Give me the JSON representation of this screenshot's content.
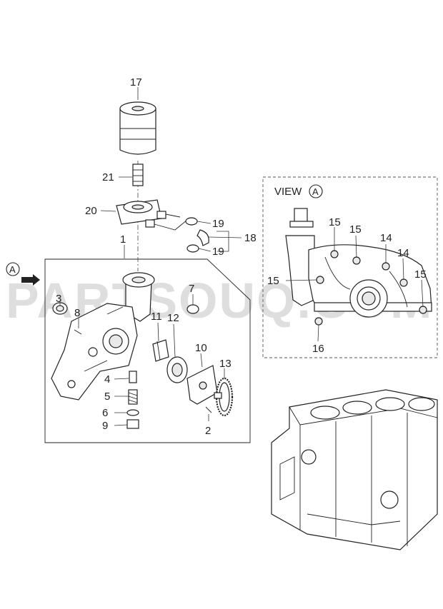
{
  "watermark": "PARTSOUQ.COM",
  "view_box": {
    "title": "VIEW",
    "ref": "A"
  },
  "marker": {
    "ref": "A"
  },
  "labels": {
    "p1": "1",
    "p2": "2",
    "p3": "3",
    "p4": "4",
    "p5": "5",
    "p6": "6",
    "p7": "7",
    "p8": "8",
    "p9": "9",
    "p10": "10",
    "p11": "11",
    "p12": "12",
    "p13": "13",
    "p17": "17",
    "p18": "18",
    "p19a": "19",
    "p19b": "19",
    "p20": "20",
    "p21": "21",
    "v14a": "14",
    "v14b": "14",
    "v15a": "15",
    "v15b": "15",
    "v15c": "15",
    "v15d": "15",
    "v16": "16"
  }
}
